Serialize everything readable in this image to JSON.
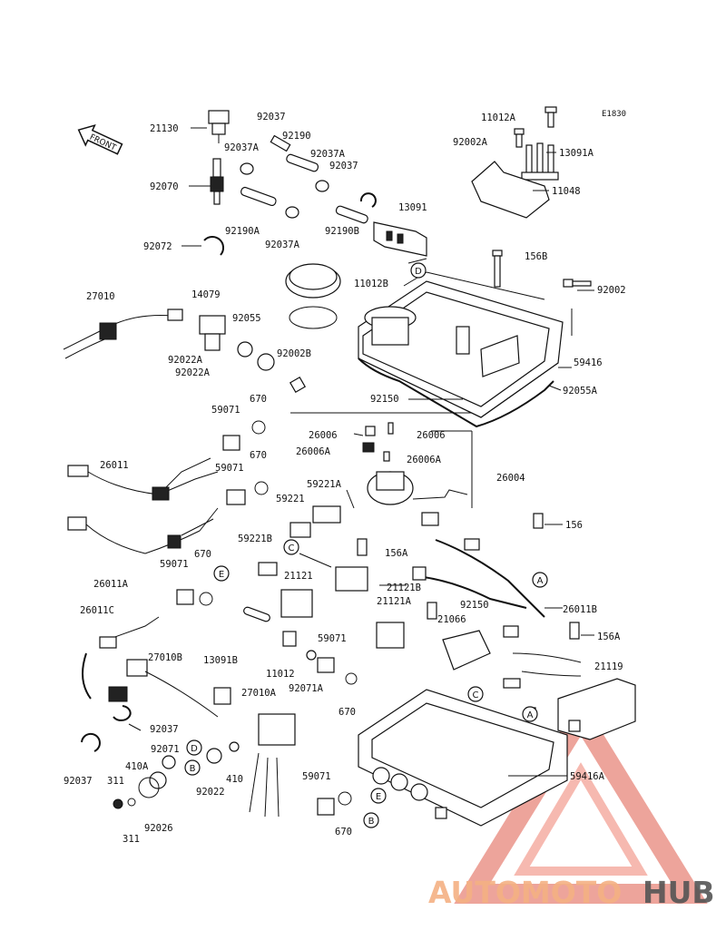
{
  "code": "E1830",
  "front_label": "FRONT",
  "labels": [
    {
      "id": "p21130",
      "text": "21130"
    },
    {
      "id": "p92037a",
      "text": "92037"
    },
    {
      "id": "p92190",
      "text": "92190"
    },
    {
      "id": "p92037A1",
      "text": "92037A"
    },
    {
      "id": "p92037A2",
      "text": "92037A"
    },
    {
      "id": "p92037b",
      "text": "92037"
    },
    {
      "id": "p92070",
      "text": "92070"
    },
    {
      "id": "p92190A",
      "text": "92190A"
    },
    {
      "id": "p92037A3",
      "text": "92037A"
    },
    {
      "id": "p92190B",
      "text": "92190B"
    },
    {
      "id": "p13091",
      "text": "13091"
    },
    {
      "id": "p92072",
      "text": "92072"
    },
    {
      "id": "p11012B",
      "text": "11012B"
    },
    {
      "id": "p11012A",
      "text": "11012A"
    },
    {
      "id": "p92002A",
      "text": "92002A"
    },
    {
      "id": "p13091A",
      "text": "13091A"
    },
    {
      "id": "p11048",
      "text": "11048"
    },
    {
      "id": "p156B",
      "text": "156B"
    },
    {
      "id": "p92002",
      "text": "92002"
    },
    {
      "id": "p27010",
      "text": "27010"
    },
    {
      "id": "p14079",
      "text": "14079"
    },
    {
      "id": "p92055",
      "text": "92055"
    },
    {
      "id": "p92022A1",
      "text": "92022A"
    },
    {
      "id": "p92022A2",
      "text": "92022A"
    },
    {
      "id": "p92002B",
      "text": "92002B"
    },
    {
      "id": "p59416",
      "text": "59416"
    },
    {
      "id": "p92150a",
      "text": "92150"
    },
    {
      "id": "p92055A",
      "text": "92055A"
    },
    {
      "id": "p670a",
      "text": "670"
    },
    {
      "id": "p59071a",
      "text": "59071"
    },
    {
      "id": "p26006",
      "text": "26006"
    },
    {
      "id": "p26006b",
      "text": "26006"
    },
    {
      "id": "p26006A1",
      "text": "26006A"
    },
    {
      "id": "p26006A2",
      "text": "26006A"
    },
    {
      "id": "p670b",
      "text": "670"
    },
    {
      "id": "p26011",
      "text": "26011"
    },
    {
      "id": "p59071b",
      "text": "59071"
    },
    {
      "id": "p59221A",
      "text": "59221A"
    },
    {
      "id": "p26004",
      "text": "26004"
    },
    {
      "id": "p59221",
      "text": "59221"
    },
    {
      "id": "p156",
      "text": "156"
    },
    {
      "id": "p59221B",
      "text": "59221B"
    },
    {
      "id": "p156A1",
      "text": "156A"
    },
    {
      "id": "p26011A",
      "text": "26011A"
    },
    {
      "id": "p670c",
      "text": "670"
    },
    {
      "id": "p59071c",
      "text": "59071"
    },
    {
      "id": "p21121",
      "text": "21121"
    },
    {
      "id": "p21121B",
      "text": "21121B"
    },
    {
      "id": "p21121A",
      "text": "21121A"
    },
    {
      "id": "p92150b",
      "text": "92150"
    },
    {
      "id": "p26011B",
      "text": "26011B"
    },
    {
      "id": "p26011C",
      "text": "26011C"
    },
    {
      "id": "p21066",
      "text": "21066"
    },
    {
      "id": "p156A2",
      "text": "156A"
    },
    {
      "id": "p59071d",
      "text": "59071"
    },
    {
      "id": "p27010B",
      "text": "27010B"
    },
    {
      "id": "p13091B",
      "text": "13091B"
    },
    {
      "id": "p11012",
      "text": "11012"
    },
    {
      "id": "p92071A",
      "text": "92071A"
    },
    {
      "id": "p21119",
      "text": "21119"
    },
    {
      "id": "p27010A",
      "text": "27010A"
    },
    {
      "id": "p670d",
      "text": "670"
    },
    {
      "id": "p92037c",
      "text": "92037"
    },
    {
      "id": "p92071",
      "text": "92071"
    },
    {
      "id": "p410A",
      "text": "410A"
    },
    {
      "id": "p92037d",
      "text": "92037"
    },
    {
      "id": "p311a",
      "text": "311"
    },
    {
      "id": "p92022",
      "text": "92022"
    },
    {
      "id": "p410",
      "text": "410"
    },
    {
      "id": "p59071e",
      "text": "59071"
    },
    {
      "id": "p59416A",
      "text": "59416A"
    },
    {
      "id": "p92026",
      "text": "92026"
    },
    {
      "id": "p311b",
      "text": "311"
    },
    {
      "id": "p670e",
      "text": "670"
    }
  ],
  "callouts": [
    {
      "id": "cD1",
      "letter": "D"
    },
    {
      "id": "cD2",
      "letter": "D"
    },
    {
      "id": "cC1",
      "letter": "C"
    },
    {
      "id": "cC2",
      "letter": "C"
    },
    {
      "id": "cE1",
      "letter": "E"
    },
    {
      "id": "cE2",
      "letter": "E"
    },
    {
      "id": "cA1",
      "letter": "A"
    },
    {
      "id": "cA2",
      "letter": "A"
    },
    {
      "id": "cB1",
      "letter": "B"
    },
    {
      "id": "cB2",
      "letter": "B"
    }
  ],
  "watermark": {
    "part1": "AUTOMOTO",
    "part2": "HUB",
    "color1": "#f4b183",
    "color2": "#d44a3a",
    "color3": "#555555"
  }
}
